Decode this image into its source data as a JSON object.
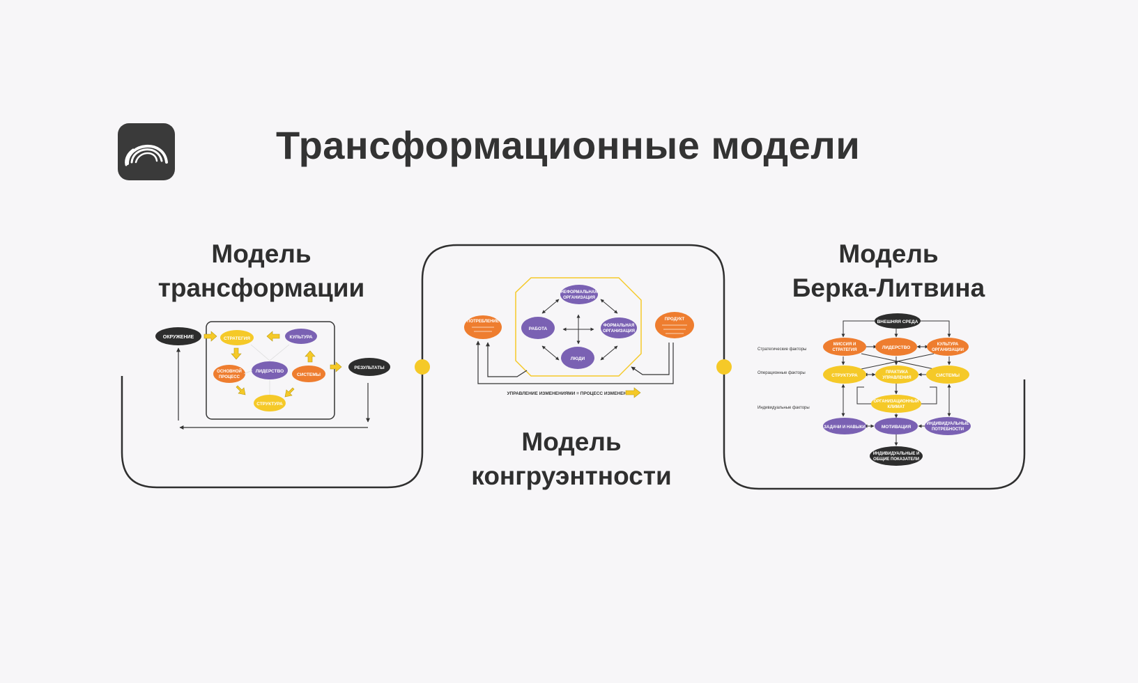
{
  "title": "Трансформационные модели",
  "colors": {
    "orange": "#ee7d2f",
    "yellow": "#f5c928",
    "purple": "#7a61b3",
    "black": "#2d2d2d",
    "dot": "#f5c928",
    "frame": "#2f2f2f"
  },
  "sections": {
    "transformation": {
      "title_line1": "Модель",
      "title_line2": "трансформации",
      "nodes": {
        "environment": "ОКРУЖЕНИЕ",
        "strategy": "СТРАТЕГИЯ",
        "culture": "КУЛЬТУРА",
        "core_process_1": "ОСНОВНОЙ",
        "core_process_2": "ПРОЦЕСС",
        "leadership": "ЛИДЕРСТВО",
        "systems": "СИСТЕМЫ",
        "structure": "СТРУКТУРА",
        "results": "РЕЗУЛЬТАТЫ"
      }
    },
    "congruence": {
      "title_line1": "Модель",
      "title_line2": "конгруэнтности",
      "nodes": {
        "informal_1": "НЕФОРМАЛЬНАЯ",
        "informal_2": "ОРГАНИЗАЦИЯ",
        "work": "РАБОТА",
        "formal_1": "ФОРМАЛЬНАЯ",
        "formal_2": "ОРГАНИЗАЦИЯ",
        "people": "ЛЮДИ",
        "consumption": "ПОТРЕБЛЕНИЕ",
        "product": "ПРОДУКТ"
      },
      "footer": "УПРАВЛЕНИЕ ИЗМЕНЕНИЯМИ = ПРОЦЕСС ИЗМЕНЕНИЯ"
    },
    "burke_litwin": {
      "title_line1": "Модель",
      "title_line2": "Берка-Литвина",
      "row_labels": {
        "strategic": "Стратегические факторы",
        "operational": "Операционные факторы",
        "individual": "Индивидуальные факторы"
      },
      "nodes": {
        "external": "ВНЕШНЯЯ СРЕДА",
        "mission_1": "МИССИЯ И",
        "mission_2": "СТРАТЕГИЯ",
        "leadership": "ЛИДЕРСТВО",
        "culture_1": "КУЛЬТУРА",
        "culture_2": "ОРГАНИЗАЦИИ",
        "structure": "СТРУКТУРА",
        "mgmt_1": "ПРАКТИКА",
        "mgmt_2": "УПРАВЛЕНИЯ",
        "systems": "СИСТЕМЫ",
        "climate_1": "ОРГАНИЗАЦИОННЫЙ",
        "climate_2": "КЛИМАТ",
        "tasks": "ЗАДАЧИ И НАВЫКИ",
        "motivation": "МОТИВАЦИЯ",
        "needs_1": "ИНДИВИДУАЛЬНЫЕ",
        "needs_2": "ПОТРЕБНОСТИ",
        "perf_1": "ИНДИВИДУАЛЬНЫЕ И",
        "perf_2": "ОБЩИЕ ПОКАЗАТЕЛИ"
      }
    }
  }
}
